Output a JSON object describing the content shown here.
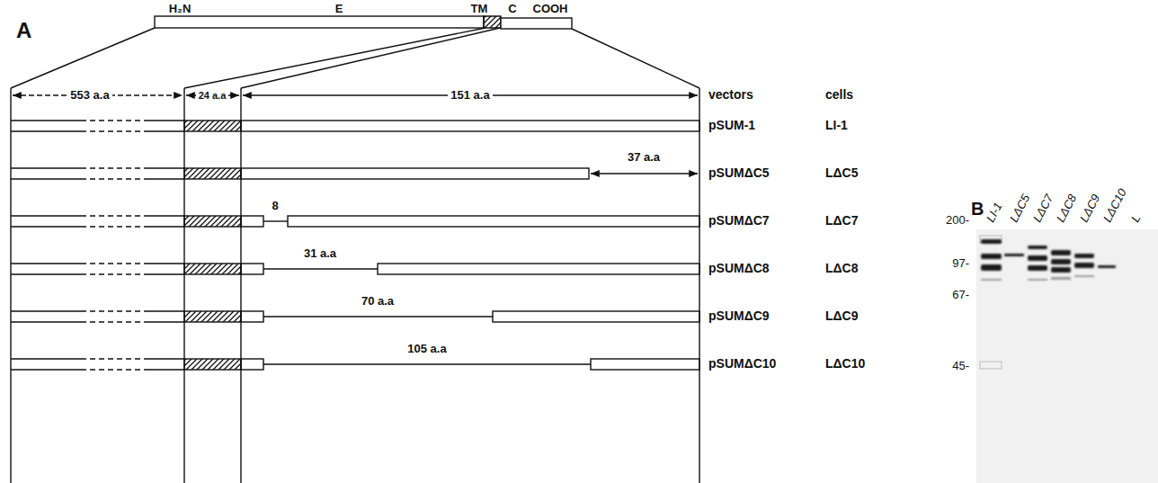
{
  "diagram": {
    "labels": [
      "A",
      "H₂N",
      "E",
      "TM",
      "C",
      "COOH",
      "553 a.a",
      "24 a.a",
      "151 a.a",
      "vectors",
      "cells",
      "pSUM-1",
      "LI-1",
      "37 a.a",
      "pSUMΔC5",
      "LΔC5",
      "8",
      "pSUMΔC7",
      "LΔC7",
      "31 a.a",
      "pSUMΔC8",
      "LΔC8",
      "70 a.a",
      "pSUMΔC9",
      "LΔC9",
      "105 a.a",
      "pSUMΔC10",
      "LΔC10",
      "B",
      "LI-1",
      "LΔC5",
      "LΔC7",
      "LΔC8",
      "LΔC9",
      "LΔC10",
      "L",
      "200-",
      "97-",
      "67-",
      "45-"
    ]
  }
}
